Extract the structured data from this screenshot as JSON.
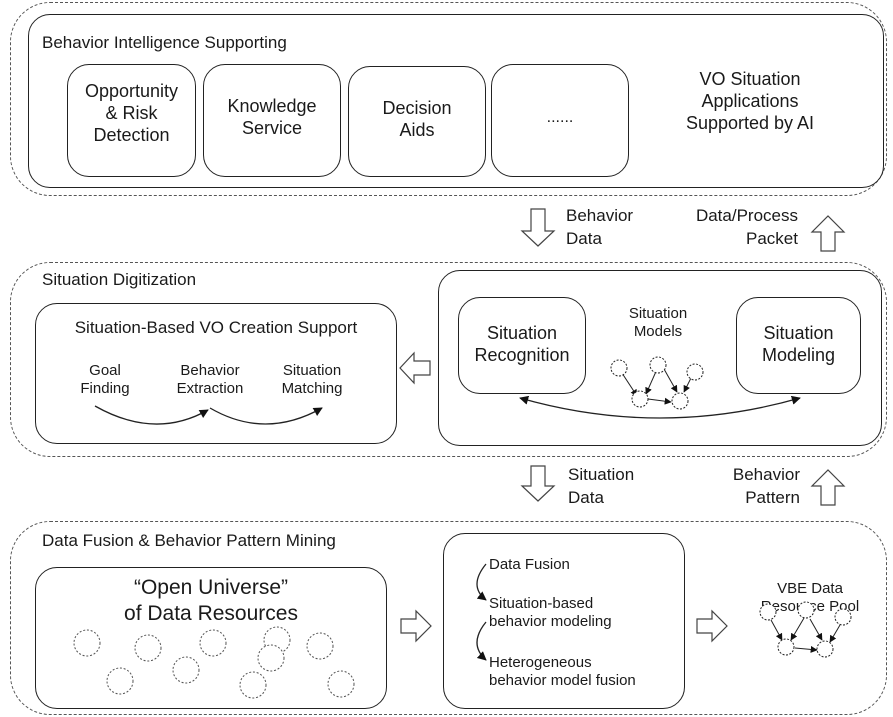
{
  "top": {
    "title": "Behavior Intelligence Supporting",
    "boxes": [
      "Opportunity\n& Risk\nDetection",
      "Knowledge\nService",
      "Decision\nAids",
      "......"
    ],
    "apps_label": "VO Situation\nApplications\nSupported by AI"
  },
  "flow1": {
    "down_label": "Behavior\nData",
    "up_label": "Data/Process\nPacket"
  },
  "middle": {
    "title": "Situation Digitization",
    "creation_title": "Situation-Based VO Creation Support",
    "steps": [
      "Goal\nFinding",
      "Behavior\nExtraction",
      "Situation\nMatching"
    ],
    "recognition": "Situation\nRecognition",
    "models": "Situation\nModels",
    "modeling": "Situation\nModeling"
  },
  "flow2": {
    "down_label": "Situation\nData",
    "up_label": "Behavior\nPattern"
  },
  "bottom": {
    "title": "Data Fusion & Behavior Pattern Mining",
    "universe": "“Open Universe”\nof Data Resources",
    "fusion_items": [
      "Data Fusion",
      "Situation-based\nbehavior modeling",
      "Heterogeneous\nbehavior model fusion"
    ],
    "pool": "VBE Data\nResource Pool"
  }
}
